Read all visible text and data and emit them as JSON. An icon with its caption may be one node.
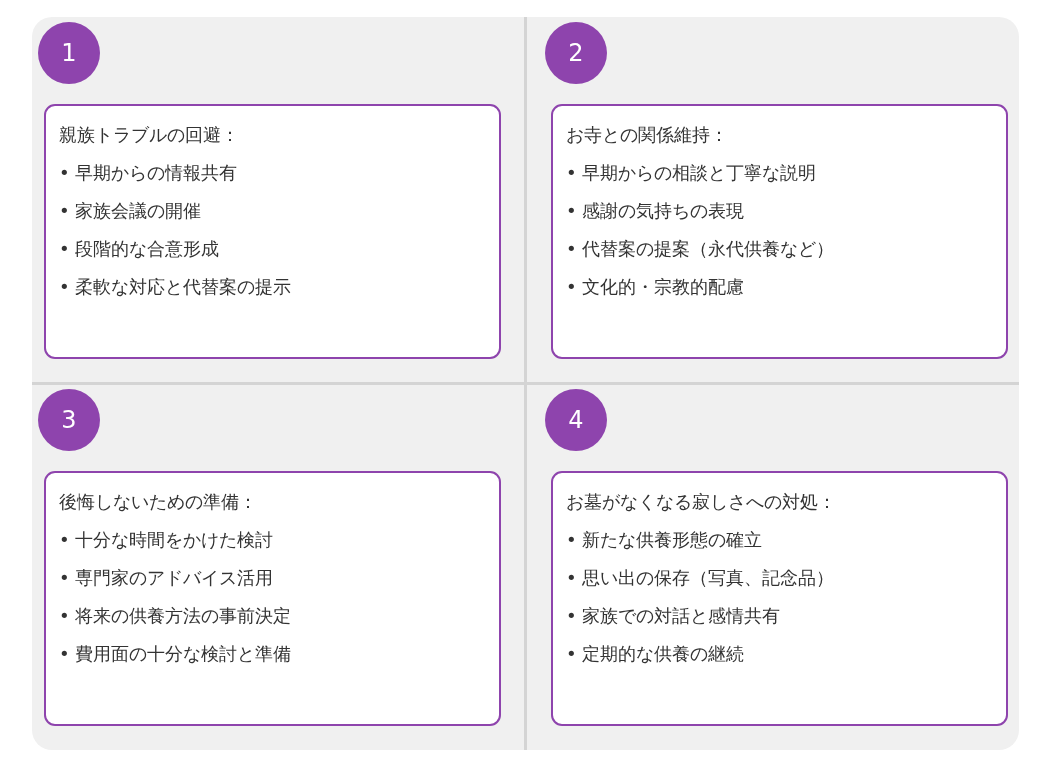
{
  "diagram": {
    "nodes": [
      {
        "text": [
          "1"
        ]
      },
      {
        "text": [
          "親族トラブルの回避：",
          "• 早期からの情報共有",
          "• 家族会議の開催",
          "• 段階的な合意形成",
          "• 柔軟な対応と代替案の提示"
        ]
      },
      {
        "text": [
          "2"
        ]
      },
      {
        "text": [
          "お寺との関係維持：",
          "• 早期からの相談と丁寧な説明",
          "• 感謝の気持ちの表現",
          "• 代替案の提案（永代供養など）",
          "• 文化的・宗教的配慮"
        ]
      },
      {
        "text": [
          "3"
        ]
      },
      {
        "text": [
          "後悔しないための準備：",
          "• 十分な時間をかけた検討",
          "• 専門家のアドバイス活用",
          "• 将来の供養方法の事前決定",
          "• 費用面の十分な検討と準備"
        ]
      },
      {
        "text": [
          "4"
        ]
      },
      {
        "text": [
          "お墓がなくなる寂しさへの対処：",
          "• 新たな供養形態の確立",
          "• 思い出の保存（写真、記念品）",
          "• 家族での対話と感情共有",
          "• 定期的な供養の継続"
        ]
      }
    ]
  }
}
